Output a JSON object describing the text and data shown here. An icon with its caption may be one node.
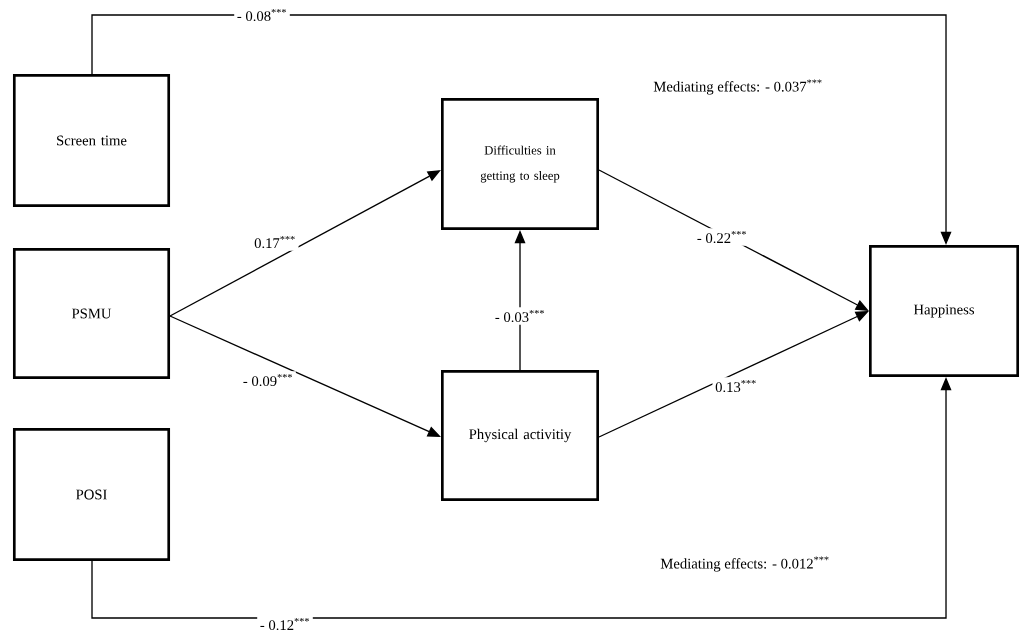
{
  "diagram": {
    "nodes": [
      {
        "text": [
          "Screen time"
        ]
      },
      {
        "text": [
          "PSMU"
        ]
      },
      {
        "text": [
          "POSI"
        ]
      },
      {
        "text": [
          "Difficulties in getting to sleep"
        ]
      },
      {
        "text": [
          "Physical activitiy"
        ]
      },
      {
        "text": [
          "Happiness"
        ]
      }
    ],
    "edges": [
      {
        "from": 0,
        "to": 5,
        "arrow": "to",
        "label": "- 0.08$^{***}$"
      },
      {
        "from": 1,
        "to": 3,
        "arrow": "to",
        "label": "0.17$^{***}$"
      },
      {
        "from": 1,
        "to": 4,
        "arrow": "to",
        "label": "- 0.09$^{***}$"
      },
      {
        "from": 4,
        "to": 3,
        "arrow": "to",
        "label": "- 0.03$^{***}$"
      },
      {
        "from": 3,
        "to": 5,
        "arrow": "to",
        "label": "- 0.22$^{***}$"
      },
      {
        "from": 4,
        "to": 5,
        "arrow": "to",
        "label": "0.13$^{***}$"
      },
      {
        "from": 2,
        "to": 5,
        "arrow": "to",
        "label": "- 0.12$^{***}$"
      }
    ],
    "labels": [
      "Mediating effects:   - 0.037$^{***}$",
      "Mediating effects:   - 0.012$^{***}$"
    ]
  }
}
